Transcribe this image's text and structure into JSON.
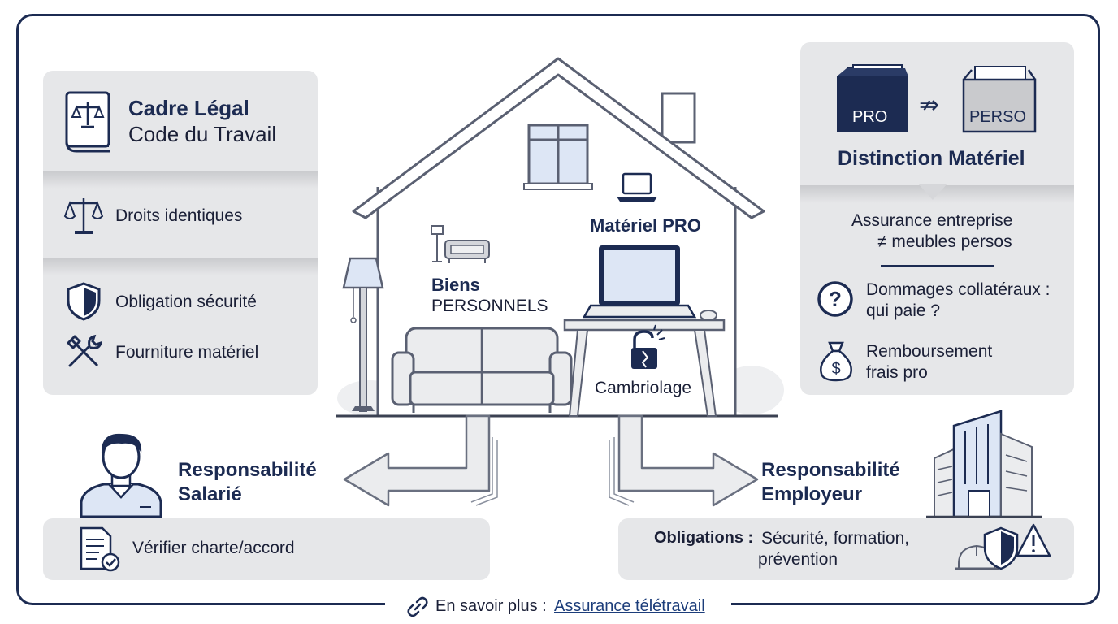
{
  "left_panel": {
    "title": "Cadre Légal",
    "subtitle": "Code du Travail",
    "items": [
      {
        "label": "Droits identiques",
        "icon": "balance-scale-icon"
      },
      {
        "label": "Obligation sécurité",
        "icon": "shield-icon"
      },
      {
        "label": "Fourniture matériel",
        "icon": "tools-icon"
      }
    ]
  },
  "right_panel": {
    "box_pro": "PRO",
    "box_perso": "PERSO",
    "title": "Distinction Matériel",
    "note_line1": "Assurance entreprise",
    "note_line2": "≠ meubles persos",
    "items": [
      {
        "line1": "Dommages collatéraux :",
        "line2": "qui paie ?",
        "icon": "question-circle-icon"
      },
      {
        "line1": "Remboursement",
        "line2": "frais pro",
        "icon": "money-bag-icon"
      }
    ]
  },
  "house": {
    "personal_title": "Biens",
    "personal_subtitle": "PERSONNELS",
    "pro_title": "Matériel PRO",
    "burglary_label": "Cambriolage"
  },
  "employee": {
    "title_line1": "Responsabilité",
    "title_line2": "Salarié",
    "action": "Vérifier charte/accord"
  },
  "employer": {
    "title_line1": "Responsabilité",
    "title_line2": "Employeur",
    "obligations_label": "Obligations :",
    "obligations_line1": "Sécurité, formation,",
    "obligations_line2": "prévention"
  },
  "footer": {
    "prefix": "En savoir plus :",
    "link": "Assurance télétravail"
  },
  "colors": {
    "navy": "#1c2b52",
    "panel_gray": "#e6e7e9",
    "light_blue": "#dde6f5"
  }
}
